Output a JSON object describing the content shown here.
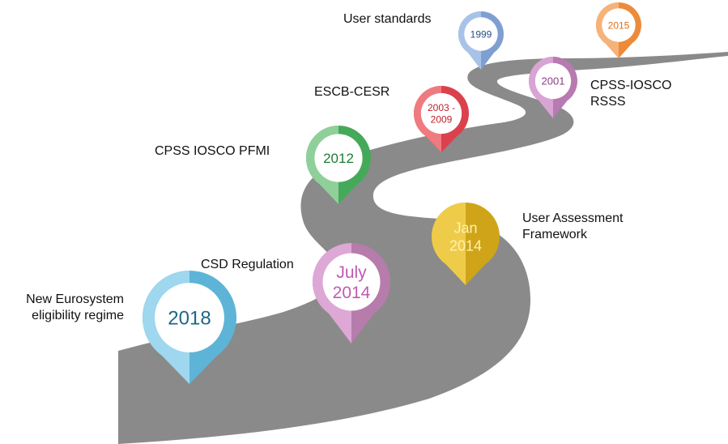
{
  "milestones": [
    {
      "id": "m1999",
      "date_lines": [
        "1999"
      ],
      "label_lines": [
        "User standards"
      ],
      "color_light": "#A9C3E8",
      "color_dark": "#7F9FD3",
      "text_color": "#2E4E86"
    },
    {
      "id": "m2015",
      "date_lines": [
        "2015"
      ],
      "label_lines": [],
      "color_light": "#F6B27B",
      "color_dark": "#EC8B3A",
      "text_color": "#E06E16"
    },
    {
      "id": "m2001",
      "date_lines": [
        "2001"
      ],
      "label_lines": [
        "CPSS-IOSCO",
        "RSSS"
      ],
      "color_light": "#D8A4D3",
      "color_dark": "#B77AB1",
      "text_color": "#8C3B86"
    },
    {
      "id": "m2003",
      "date_lines": [
        "2003 -",
        "2009"
      ],
      "label_lines": [
        "ESCB-CESR"
      ],
      "color_light": "#EF7A80",
      "color_dark": "#DB414C",
      "text_color": "#C0202C"
    },
    {
      "id": "m2012",
      "date_lines": [
        "2012"
      ],
      "label_lines": [
        "CPSS IOSCO PFMI"
      ],
      "color_light": "#8FD09A",
      "color_dark": "#45A95A",
      "text_color": "#1E7B34"
    },
    {
      "id": "mjan2014",
      "date_lines": [
        "Jan",
        "2014"
      ],
      "label_lines": [
        "User Assessment",
        "Framework"
      ],
      "color_light": "#EFCB4A",
      "color_dark": "#CFA419",
      "text_color": "#FFF2B0"
    },
    {
      "id": "mjul2014",
      "date_lines": [
        "July",
        "2014"
      ],
      "label_lines": [
        "CSD Regulation"
      ],
      "color_light": "#DDA7D6",
      "color_dark": "#B67CAB",
      "text_color": "#C05AB3"
    },
    {
      "id": "m2018",
      "date_lines": [
        "2018"
      ],
      "label_lines": [
        "New Eurosystem",
        "eligibility regime"
      ],
      "color_light": "#9ED7EE",
      "color_dark": "#5DB4D6",
      "text_color": "#1E6688"
    }
  ],
  "road_color": "#8A8A8A",
  "pin_inner_color": "#ffffff"
}
